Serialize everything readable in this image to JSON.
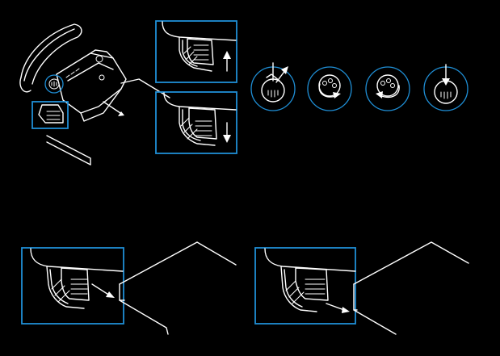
{
  "figure": {
    "type": "installation-diagram",
    "description_labels": [],
    "colors": {
      "background": "#000000",
      "line": "#ffffff",
      "highlight": "#1f8fd6"
    }
  },
  "steps": [
    {
      "id": "clamp-overview",
      "icon": "wheel-base-on-table"
    },
    {
      "id": "clamp-up",
      "icon": "clamp-arrow-up"
    },
    {
      "id": "clamp-down",
      "icon": "clamp-arrow-down"
    },
    {
      "id": "knob-press",
      "icon": "knob-press-arrow"
    },
    {
      "id": "knob-turn-cw",
      "icon": "knob-rotate-clockwise"
    },
    {
      "id": "knob-turn-ccw",
      "icon": "knob-rotate-counterclockwise"
    },
    {
      "id": "knob-pull",
      "icon": "knob-pull-arrow"
    },
    {
      "id": "clamp-slide-1",
      "icon": "clamp-slide-arrow"
    },
    {
      "id": "clamp-slide-2",
      "icon": "clamp-slide-arrow"
    }
  ]
}
